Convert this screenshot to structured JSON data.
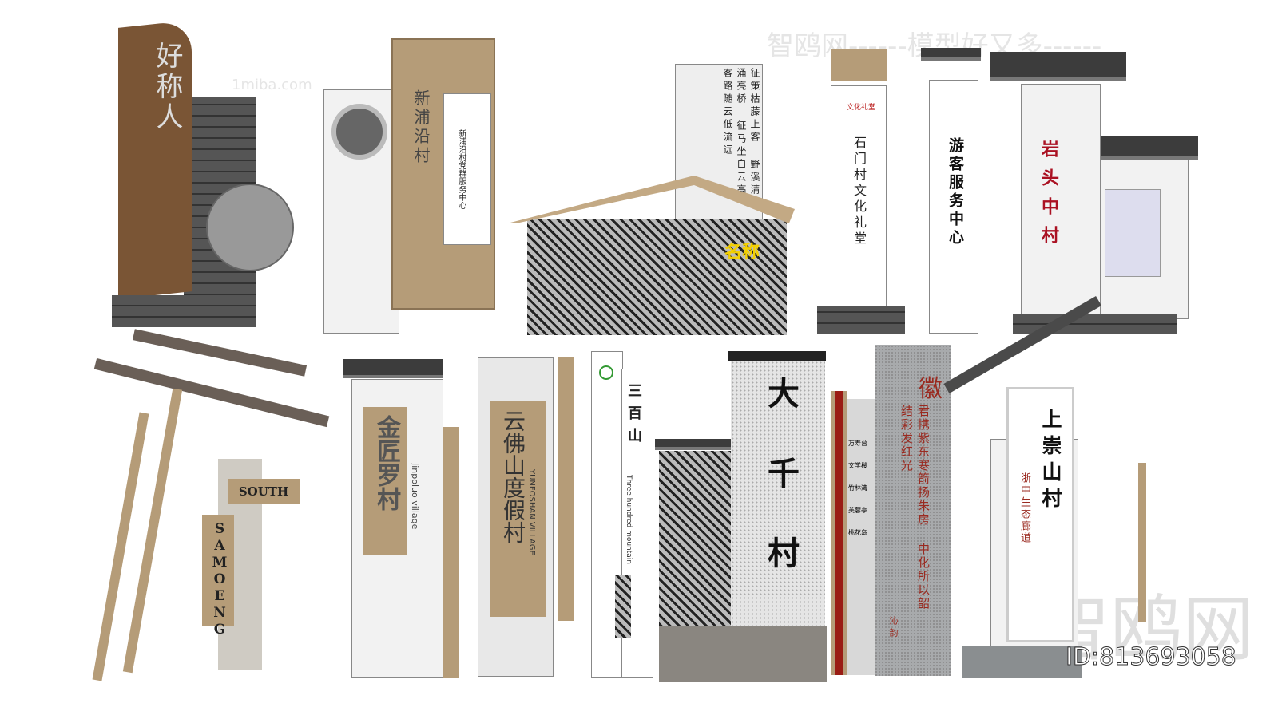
{
  "watermarks": {
    "site": "1miba.com",
    "brand": "智鸥网",
    "slogan": "模型好又多",
    "id": "ID:813693058"
  },
  "signs": {
    "s1": "好称人",
    "s2": "新浦沿村",
    "s2_panel": "新浦沿村党群服务中心",
    "s3_poem": "征策枯藤上客 野溪清浅涌亮桥 征马坐白云高 客路随云低流远",
    "s3_name": "名称",
    "s4": "石门村文化礼堂",
    "s4_seal": "文化礼堂",
    "s5": "游客服务中心",
    "s6": "岩头中村",
    "s7_en1": "SOUTH",
    "s7_en2": "SAMOENG",
    "s8": "金匠罗村",
    "s8_en": "Jinpoluo village",
    "s9": "云佛山度假村",
    "s9_en": "YUNFOSHAN VILLAGE",
    "s10": "三百山",
    "s10_en": "Three hundred mountain",
    "s11": "大千村",
    "s12_items": [
      "万寿台",
      "文学楼",
      "竹林湾",
      "芙蓉亭",
      "桃花岛"
    ],
    "s13": "徽",
    "s13_text": "君携紫东寒箭扬朱房 中化所以韶结彩发红光",
    "s13_sig": "沁韵",
    "s14": "上崇山村",
    "s14_sub": "浙中生态廊道"
  }
}
